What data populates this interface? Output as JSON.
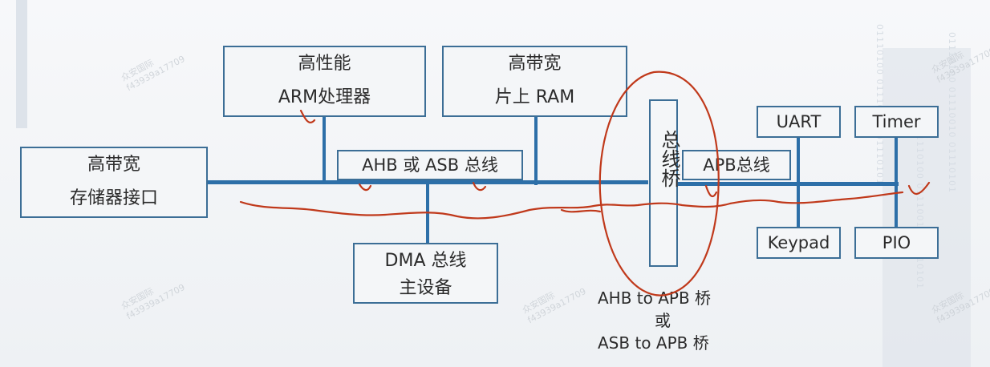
{
  "boxes": {
    "arm": {
      "line1": "高性能",
      "line2": "ARM处理器"
    },
    "ram": {
      "line1": "高带宽",
      "line2": "片上 RAM"
    },
    "mem": {
      "line1": "高带宽",
      "line2": "存储器接口"
    },
    "dma": {
      "line1": "DMA 总线",
      "line2": "主设备"
    },
    "bridge": {
      "text": "总线桥"
    },
    "uart": {
      "text": "UART"
    },
    "timer": {
      "text": "Timer"
    },
    "keypad": {
      "text": "Keypad"
    },
    "pio": {
      "text": "PIO"
    }
  },
  "labels": {
    "ahb_bus": "AHB 或 ASB 总线",
    "apb_bus": "APB总线",
    "bridge_caption_1": "AHB to APB 桥",
    "bridge_caption_2": "或",
    "bridge_caption_3": "ASB to APB 桥"
  },
  "watermark": {
    "line1": "众安国际",
    "line2": "f43939a17709"
  },
  "decor": {
    "binary": "01110100 01110010 01110101"
  },
  "colors": {
    "bus": "#2d6fa8",
    "box_border": "#3c6e96",
    "ink": "#c0391b"
  }
}
